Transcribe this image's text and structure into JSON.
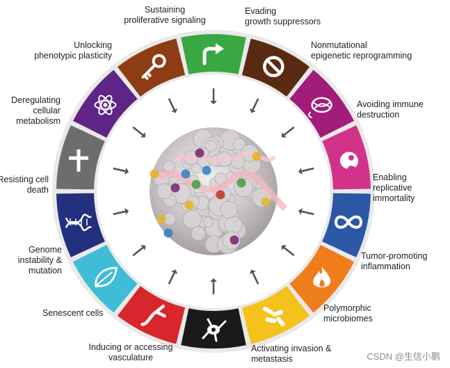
{
  "hallmarks": [
    {
      "lines": [
        "Sustaining",
        "proliferative signaling"
      ],
      "color": "#3aa842",
      "icon": "bent-arrow-icon"
    },
    {
      "lines": [
        "Evading",
        "growth suppressors"
      ],
      "color": "#5b2a12",
      "icon": "prohibition-icon"
    },
    {
      "lines": [
        "Nonmutational",
        "epigenetic reprogramming"
      ],
      "color": "#a11d79",
      "icon": "chromatin-icon"
    },
    {
      "lines": [
        "Avoiding immune",
        "destruction"
      ],
      "color": "#d2338a",
      "icon": "immune-cell-icon"
    },
    {
      "lines": [
        "Enabling",
        "replicative",
        "immortality"
      ],
      "color": "#2b57a5",
      "icon": "infinity-icon"
    },
    {
      "lines": [
        "Tumor-promoting",
        "inflammation"
      ],
      "color": "#ef7d1b",
      "icon": "flame-icon"
    },
    {
      "lines": [
        "Polymorphic",
        "microbiomes"
      ],
      "color": "#f5c21d",
      "icon": "bacteria-icon"
    },
    {
      "lines": [
        "Activating invasion &",
        "metastasis"
      ],
      "color": "#1a1a1a",
      "icon": "migrating-cell-icon"
    },
    {
      "lines": [
        "Inducing or accessing",
        "vasculature"
      ],
      "color": "#d8262d",
      "icon": "blood-vessel-icon"
    },
    {
      "lines": [
        "Senescent cells"
      ],
      "color": "#3fbcd6",
      "icon": "leaf-icon"
    },
    {
      "lines": [
        "Genome",
        "instability &",
        "mutation"
      ],
      "color": "#23307e",
      "icon": "dna-icon"
    },
    {
      "lines": [
        "Resisting cell",
        "death"
      ],
      "color": "#6d6d6d",
      "icon": "cross-icon"
    },
    {
      "lines": [
        "Deregulating",
        "cellular",
        "metabolism"
      ],
      "color": "#5e2486",
      "icon": "atom-icon"
    },
    {
      "lines": [
        "Unlocking",
        "phenotypic plasticity"
      ],
      "color": "#8e3c14",
      "icon": "key-icon"
    }
  ],
  "watermark": "CSDN @生信小鹏"
}
